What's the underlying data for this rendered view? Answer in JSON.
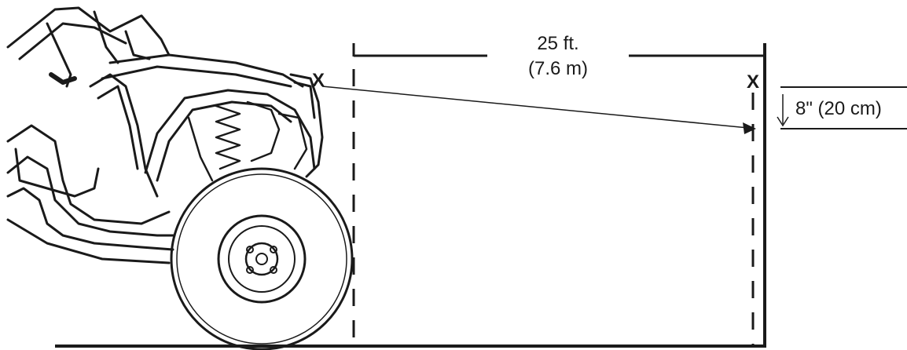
{
  "distance": {
    "imperial": "25 ft.",
    "metric": "(7.6 m)"
  },
  "drop": {
    "label": "8\" (20 cm)"
  },
  "markers": {
    "vehicle_mark": "X",
    "wall_mark": "X"
  },
  "colors": {
    "ink": "#1a1a1a",
    "background": "#ffffff"
  }
}
